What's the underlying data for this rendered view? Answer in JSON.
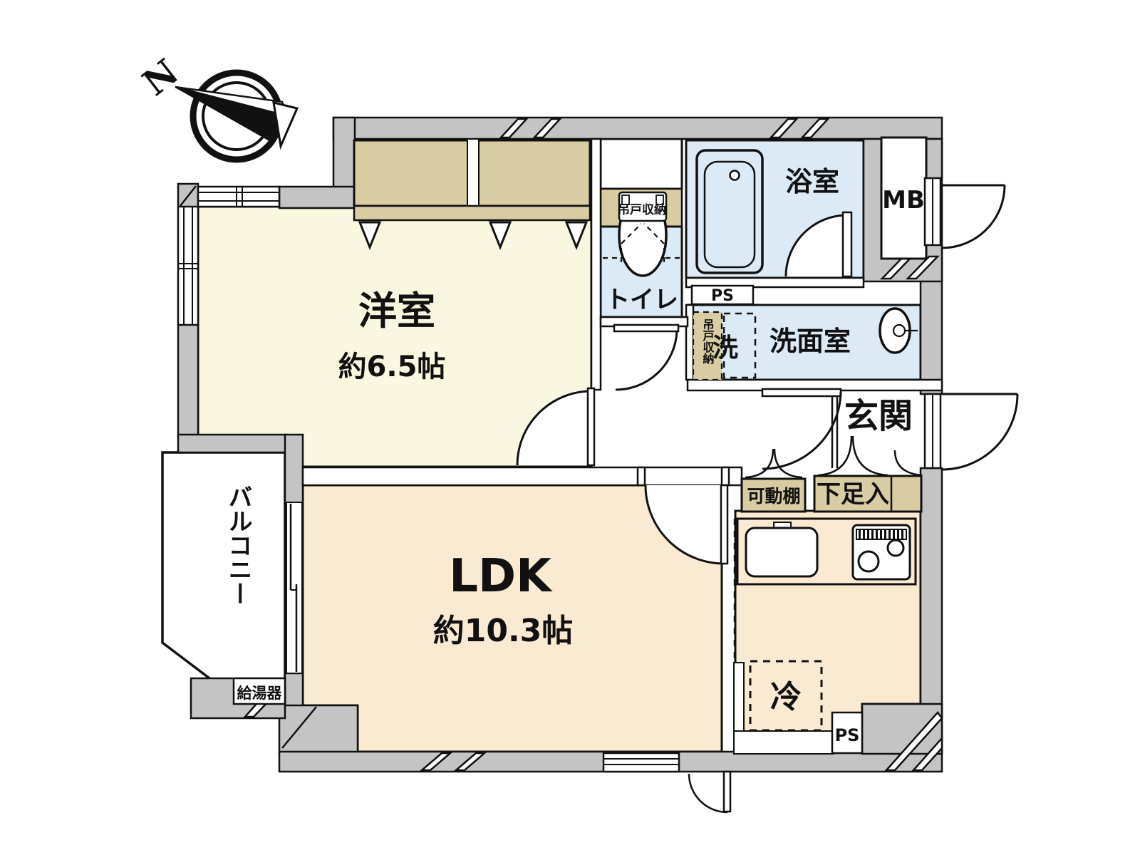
{
  "compass": {
    "north_label": "N"
  },
  "rooms": {
    "western_room": {
      "name": "洋室",
      "size": "約6.5帖"
    },
    "ldk": {
      "name": "LDK",
      "size": "約10.3帖"
    },
    "balcony": {
      "name": "バルコニー"
    },
    "toilet": {
      "name": "トイレ"
    },
    "bathroom": {
      "name": "浴室"
    },
    "washroom": {
      "name": "洗面室"
    },
    "entrance": {
      "name": "玄関"
    }
  },
  "labels": {
    "water_heater": "給湯器",
    "meter_box": "MB",
    "pipe_space_upper": "PS",
    "pipe_space_lower": "PS",
    "hanging_cabinet_toilet": "吊戸収納",
    "hanging_cabinet_wash": "吊戸収納",
    "washing_machine": "洗",
    "movable_shelf": "可動棚",
    "shoe_cabinet": "下足入",
    "refrigerator": "冷"
  },
  "colors": {
    "wall": "#C4C4C4",
    "cream": "#FAF7E1",
    "peach": "#FBEAD2",
    "blue": "#DCEAF5",
    "tan": "#D8CCA3",
    "line": "#111111"
  }
}
